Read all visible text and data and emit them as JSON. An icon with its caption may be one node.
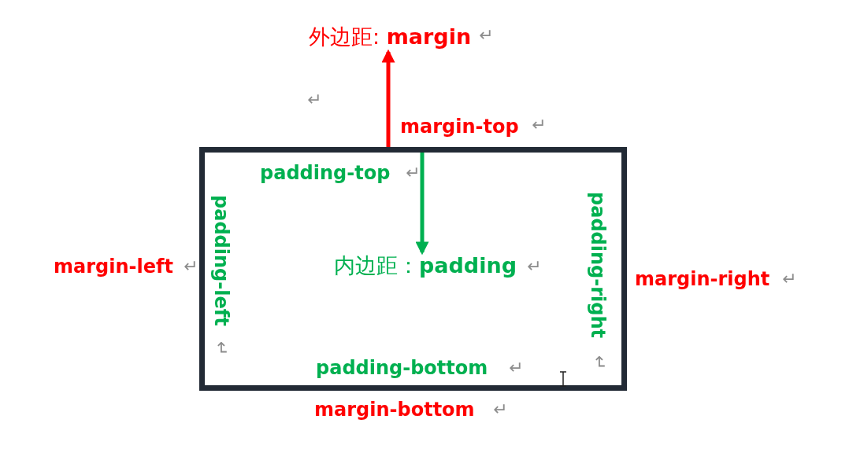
{
  "diagram": {
    "nodes": [
      {
        "text": [],
        "shape": "box"
      },
      {
        "text": [
          "外边距: **margin**"
        ]
      },
      {
        "text": [
          "内边距：**padding**"
        ],
        "in": 0
      }
    ],
    "edges": [
      {
        "from": 0,
        "to": 1,
        "arrow": "to",
        "color": "#ff0000"
      },
      {
        "from": 0,
        "to": 2,
        "arrow": "to",
        "color": "#00b050"
      }
    ],
    "labels": [
      "↵",
      "↵",
      "margin-top",
      "↵",
      "padding-top",
      "↵",
      "margin-left",
      "↵",
      "padding-left",
      "↵",
      "↵",
      "padding-right",
      "↵",
      "margin-right",
      "↵",
      "padding-bottom",
      "↵",
      "margin-bottom",
      "↵"
    ]
  }
}
